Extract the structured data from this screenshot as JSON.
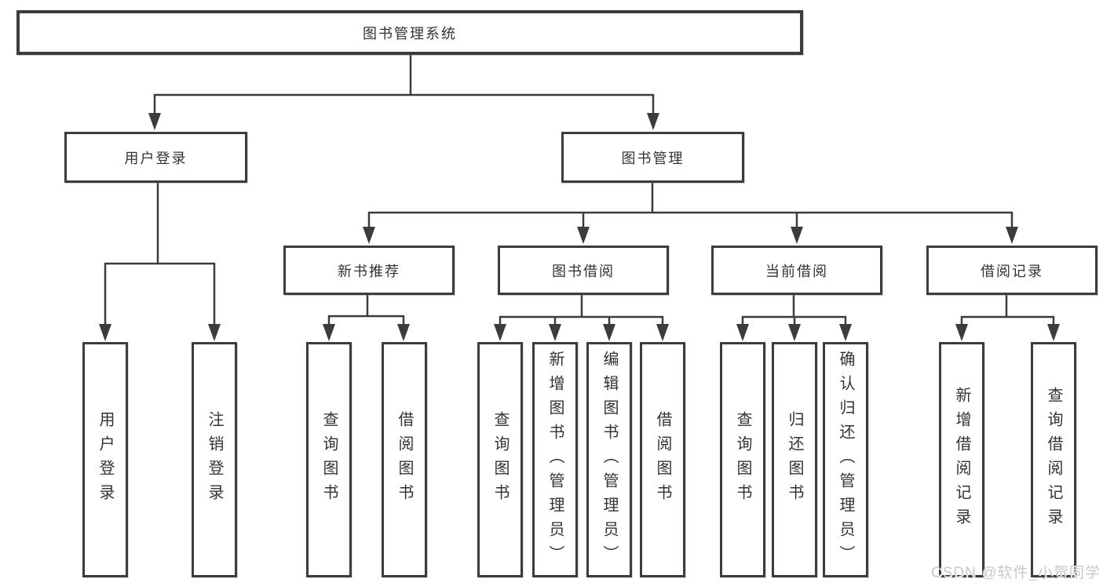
{
  "tree": {
    "root": {
      "label": "图书管理系统"
    },
    "branches": [
      {
        "label": "用户登录",
        "children": [
          {
            "label": "用户登录"
          },
          {
            "label": "注销登录"
          }
        ]
      },
      {
        "label": "图书管理",
        "children": [
          {
            "label": "新书推荐",
            "children": [
              {
                "label": "查询图书"
              },
              {
                "label": "借阅图书"
              }
            ]
          },
          {
            "label": "图书借阅",
            "children": [
              {
                "label": "查询图书"
              },
              {
                "label": "新增图书（管理员）"
              },
              {
                "label": "编辑图书（管理员）"
              },
              {
                "label": "借阅图书"
              }
            ]
          },
          {
            "label": "当前借阅",
            "children": [
              {
                "label": "查询图书"
              },
              {
                "label": "归还图书"
              },
              {
                "label": "确认归还（管理员）"
              }
            ]
          },
          {
            "label": "借阅记录",
            "children": [
              {
                "label": "新增借阅记录"
              },
              {
                "label": "查询借阅记录"
              }
            ]
          }
        ]
      }
    ]
  },
  "watermark": {
    "text": "CSDN @软件_小贺同学",
    "color": "#c9c9c9"
  },
  "colors": {
    "line": "#3c3c3c",
    "text": "#333333",
    "background": "#ffffff"
  }
}
